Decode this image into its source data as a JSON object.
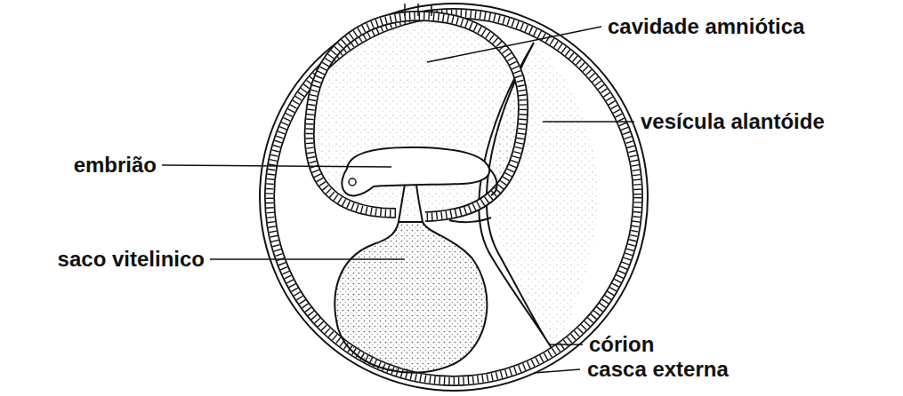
{
  "diagram": {
    "labels": [
      "cavidade amniótica",
      "embrião",
      "vesícula alantóide",
      "saco vitelinico",
      "córion",
      "casca externa"
    ]
  }
}
